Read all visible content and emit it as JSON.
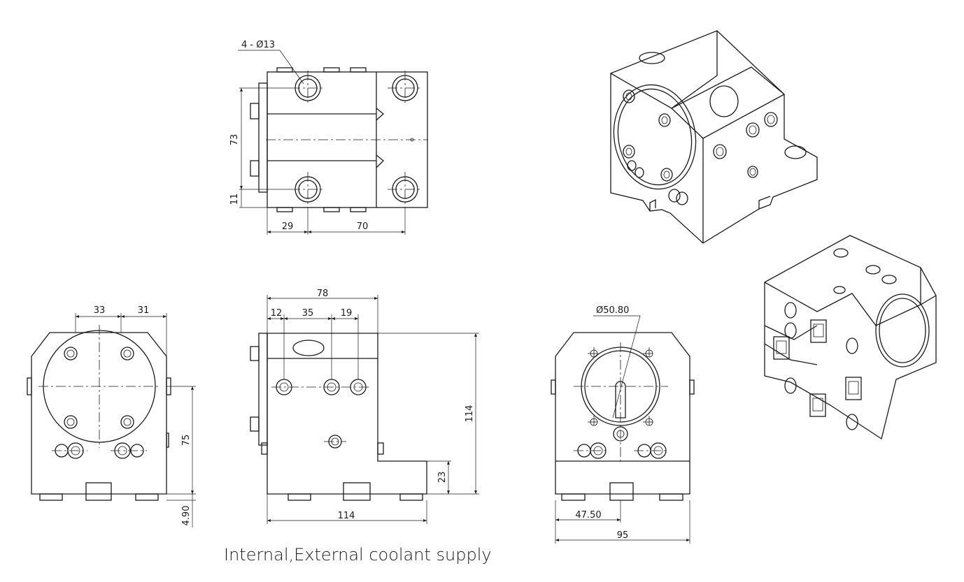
{
  "caption": "Internal,External coolant supply",
  "top_view": {
    "holes_label": "4 - Ø13",
    "dim_73": "73",
    "dim_11": "11",
    "dim_29": "29",
    "dim_70": "70"
  },
  "front_view": {
    "dim_33": "33",
    "dim_31": "31",
    "dim_75": "75",
    "dim_4_90": "4.90"
  },
  "side_view": {
    "dim_78": "78",
    "dim_12": "12",
    "dim_35": "35",
    "dim_19": "19",
    "dim_114_height": "114",
    "dim_23": "23",
    "dim_114_width": "114"
  },
  "rear_view": {
    "bore_label": "Ø50.80",
    "dim_47_50": "47.50",
    "dim_95": "95"
  }
}
